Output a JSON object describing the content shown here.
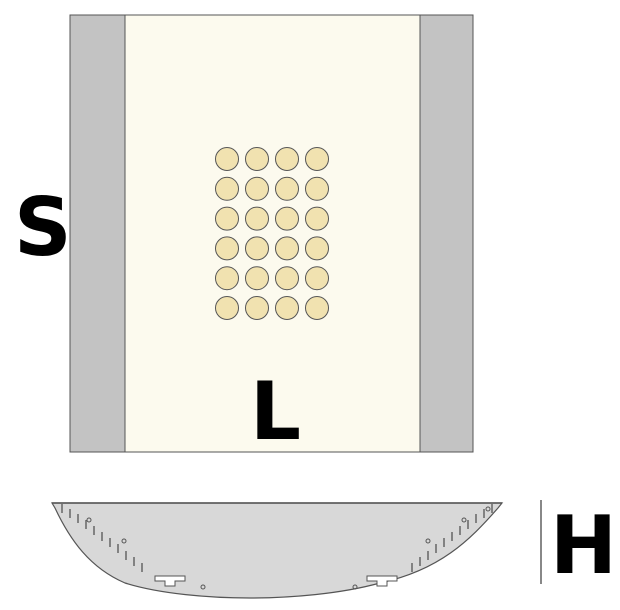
{
  "labels": {
    "s": "S",
    "l": "L",
    "h": "H"
  },
  "grid": {
    "rows": 6,
    "cols": 4
  },
  "colors": {
    "plate": "#fcfaee",
    "rail": "#c3c3c3",
    "dot": "#f1e2b0",
    "profile": "#d8d8d8",
    "stroke": "#555555"
  }
}
